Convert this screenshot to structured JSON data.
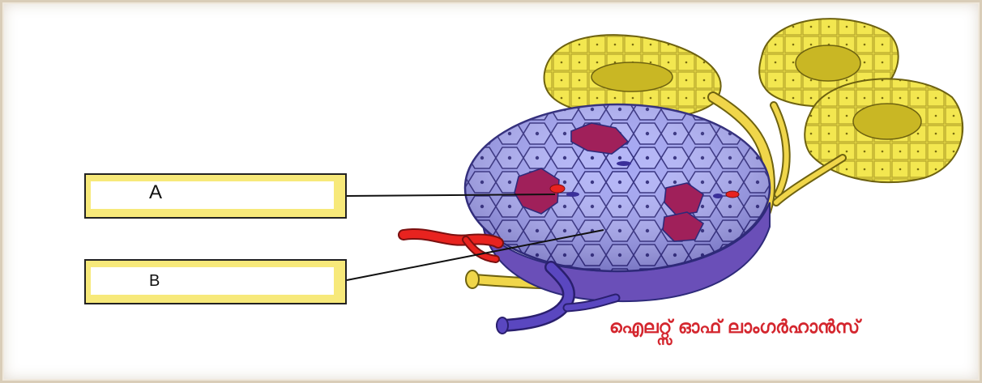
{
  "labels": {
    "a": "A",
    "b": "B"
  },
  "caption": "ഐലറ്റ്സ് ഓഫ് ലാംഗർഹാൻസ്",
  "colors": {
    "acinar": "#f2e64a",
    "acinar_outline": "#8a7d12",
    "islet_cell": "#9a9cf0",
    "islet_outline": "#3b2f8a",
    "alpha_cell": "#a0205a",
    "artery": "#e8231f",
    "vein": "#4a3ba8",
    "duct": "#e8c83a",
    "caption": "#d4262e"
  }
}
